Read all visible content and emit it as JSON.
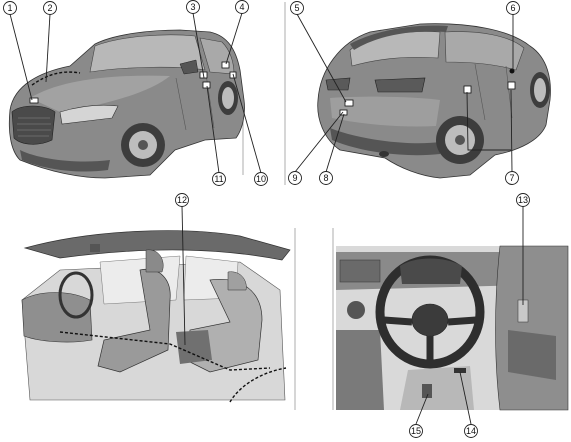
{
  "callouts": [
    {
      "id": "c1",
      "label": "1"
    },
    {
      "id": "c2",
      "label": "2"
    },
    {
      "id": "c3",
      "label": "3"
    },
    {
      "id": "c4",
      "label": "4"
    },
    {
      "id": "c5",
      "label": "5"
    },
    {
      "id": "c6",
      "label": "6"
    },
    {
      "id": "c7",
      "label": "7"
    },
    {
      "id": "c8",
      "label": "8"
    },
    {
      "id": "c9",
      "label": "9"
    },
    {
      "id": "c10",
      "label": "10"
    },
    {
      "id": "c11",
      "label": "11"
    },
    {
      "id": "c12",
      "label": "12"
    },
    {
      "id": "c13",
      "label": "13"
    },
    {
      "id": "c14",
      "label": "14"
    },
    {
      "id": "c15",
      "label": "15"
    }
  ],
  "colors": {
    "body_dark": "#6f6f6f",
    "body_mid": "#9a9a9a",
    "body_light": "#c9c9c9",
    "glass": "#b5b5b5",
    "interior_bg": "#e2e2e2",
    "line": "#222222"
  }
}
